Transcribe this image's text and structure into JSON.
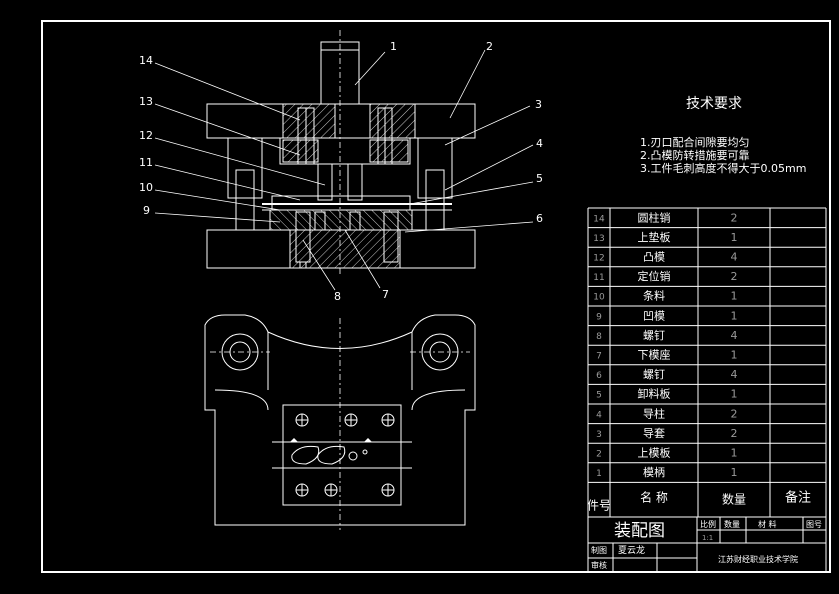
{
  "colors": {
    "background": "#000000",
    "line": "#ffffff",
    "dim_text": "#9a9a9a"
  },
  "tech_requirements": {
    "title": "技术要求",
    "items": [
      "1.刃口配合间隙要均匀",
      "2.凸模防转措施要可靠",
      "3.工件毛刺高度不得大于0.05mm"
    ]
  },
  "callouts": [
    "1",
    "2",
    "3",
    "4",
    "5",
    "6",
    "7",
    "8",
    "9",
    "10",
    "11",
    "12",
    "13",
    "14"
  ],
  "parts_list": {
    "rows": [
      {
        "no": "14",
        "name": "圆柱销",
        "qty": "2"
      },
      {
        "no": "13",
        "name": "上垫板",
        "qty": "1"
      },
      {
        "no": "12",
        "name": "凸模",
        "qty": "4"
      },
      {
        "no": "11",
        "name": "定位销",
        "qty": "2"
      },
      {
        "no": "10",
        "name": "条料",
        "qty": "1"
      },
      {
        "no": "9",
        "name": "凹模",
        "qty": "1"
      },
      {
        "no": "8",
        "name": "螺钉",
        "qty": "4"
      },
      {
        "no": "7",
        "name": "下模座",
        "qty": "1"
      },
      {
        "no": "6",
        "name": "螺钉",
        "qty": "4"
      },
      {
        "no": "5",
        "name": "卸料板",
        "qty": "1"
      },
      {
        "no": "4",
        "name": "导柱",
        "qty": "2"
      },
      {
        "no": "3",
        "name": "导套",
        "qty": "2"
      },
      {
        "no": "2",
        "name": "上模板",
        "qty": "1"
      },
      {
        "no": "1",
        "name": "模柄",
        "qty": "1"
      }
    ],
    "header": {
      "no": "件号",
      "name": "名 称",
      "qty": "数量",
      "remark": "备注"
    }
  },
  "title_block": {
    "drawing_title": "装配图",
    "scale_label": "比例",
    "qty_label": "数量",
    "material_label": "材 料",
    "drawing_no_label": "图号",
    "scale_value": "1:1",
    "drawn_by_label": "制图",
    "drawn_by": "夏云龙",
    "checked_by_label": "审核",
    "school": "江苏财经职业技术学院"
  }
}
